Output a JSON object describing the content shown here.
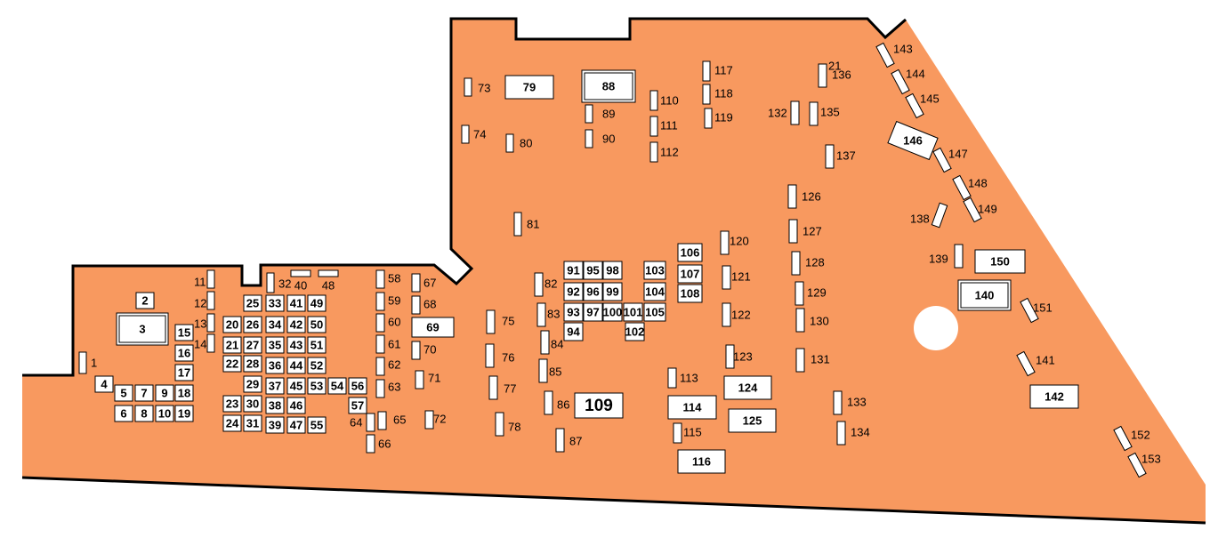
{
  "colors": {
    "board": "#F8995F",
    "outline": "#000000",
    "cell": "#FFFFFF"
  },
  "labels": {
    "1": "1",
    "2": "2",
    "3": "3",
    "4": "4",
    "5": "5",
    "6": "6",
    "7": "7",
    "8": "8",
    "9": "9",
    "10": "10",
    "11": "11",
    "12": "12",
    "13": "13",
    "14": "14",
    "15": "15",
    "16": "16",
    "17": "17",
    "18": "18",
    "19": "19",
    "20": "20",
    "21": "21",
    "22": "22",
    "23": "23",
    "24": "24",
    "25": "25",
    "26": "26",
    "27": "27",
    "28": "28",
    "29": "29",
    "30": "30",
    "31": "31",
    "32": "32",
    "33": "33",
    "34": "34",
    "35": "35",
    "36": "36",
    "37": "37",
    "38": "38",
    "39": "39",
    "40": "40",
    "41": "41",
    "42": "42",
    "43": "43",
    "44": "44",
    "45": "45",
    "46": "46",
    "47": "47",
    "48": "48",
    "49": "49",
    "50": "50",
    "51": "51",
    "52": "52",
    "53": "53",
    "54": "54",
    "55": "55",
    "56": "56",
    "57": "57",
    "58": "58",
    "59": "59",
    "60": "60",
    "61": "61",
    "62": "62",
    "63": "63",
    "64": "64",
    "65": "65",
    "66": "66",
    "67": "67",
    "68": "68",
    "69": "69",
    "70": "70",
    "71": "71",
    "72": "72",
    "73": "73",
    "74": "74",
    "75": "75",
    "76": "76",
    "77": "77",
    "78": "78",
    "79": "79",
    "80": "80",
    "81": "81",
    "82": "82",
    "83": "83",
    "84": "84",
    "85": "85",
    "86": "86",
    "87": "87",
    "88": "88",
    "89": "89",
    "90": "90",
    "91": "91",
    "92": "92",
    "93": "93",
    "94": "94",
    "95": "95",
    "96": "96",
    "97": "97",
    "98": "98",
    "99": "99",
    "100": "100",
    "101": "101",
    "102": "102",
    "103": "103",
    "104": "104",
    "105": "105",
    "106": "106",
    "107": "107",
    "108": "108",
    "109": "109",
    "110": "110",
    "111": "111",
    "112": "112",
    "113": "113",
    "114": "114",
    "115": "115",
    "116": "116",
    "117": "117",
    "118": "118",
    "119": "119",
    "120": "120",
    "121": "121",
    "122": "122",
    "123": "123",
    "124": "124",
    "125": "125",
    "126": "126",
    "127": "127",
    "128": "128",
    "129": "129",
    "130": "130",
    "131": "131",
    "132": "132",
    "133": "133",
    "134": "134",
    "135": "135",
    "136": "136",
    "137": "137",
    "138": "138",
    "139": "139",
    "140": "140",
    "141": "141",
    "142": "142",
    "143": "143",
    "144": "144",
    "145": "145",
    "146": "146",
    "147": "147",
    "148": "148",
    "149": "149",
    "150": "150",
    "151": "151",
    "152": "152",
    "153": "153"
  }
}
